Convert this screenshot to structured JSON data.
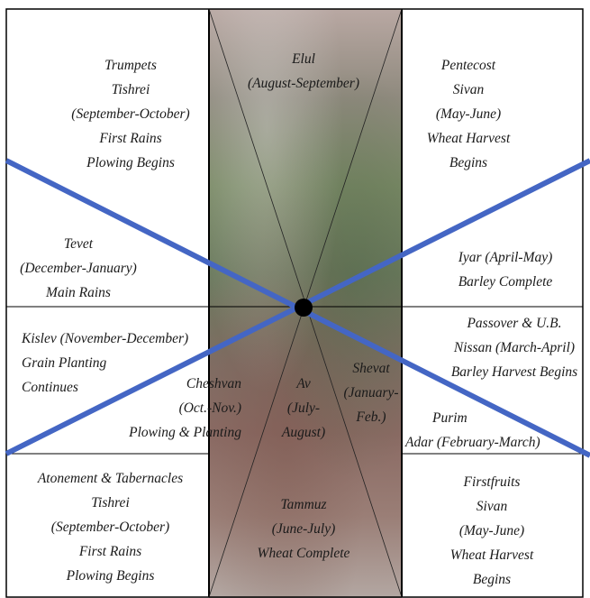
{
  "diagram": {
    "cells": {
      "top_left": [
        "Trumpets",
        "Tishrei",
        "(September-October)",
        "First Rains",
        "Plowing Begins"
      ],
      "top_center": [
        "Elul",
        "(August-September)"
      ],
      "top_right": [
        "Pentecost",
        "Sivan",
        "(May-June)",
        "Wheat Harvest",
        "Begins"
      ],
      "mid_left": [
        "Tevet",
        "(December-January)",
        "Main Rains"
      ],
      "mid_right": [
        "Iyar (April-May)",
        "Barley Complete"
      ],
      "lower_left": [
        "Kislev (November-December)",
        "Grain Planting",
        "Continues"
      ],
      "lower_right": [
        "Passover & U.B.",
        "Nissan (March-April)",
        "Barley Harvest Begins"
      ],
      "cheshvan": [
        "Cheshvan",
        "(Oct.-Nov.)",
        "Plowing & Planting"
      ],
      "av": [
        "Av",
        "(July-",
        "August)"
      ],
      "shevat": [
        "Shevat",
        "(January-",
        "Feb.)"
      ],
      "purim": [
        "Purim",
        "Adar (February-March)"
      ],
      "bottom_left": [
        "Atonement & Tabernacles",
        "Tishrei",
        "(September-October)",
        "First Rains",
        "Plowing Begins"
      ],
      "bottom_center": [
        "Tammuz",
        "(June-July)",
        "Wheat Complete"
      ],
      "bottom_right": [
        "Firstfruits",
        "Sivan",
        "(May-June)",
        "Wheat Harvest",
        "Begins"
      ]
    },
    "colors": {
      "cross_lines": "#4466c4",
      "center_dot": "#000000",
      "grid": "#000000"
    }
  }
}
